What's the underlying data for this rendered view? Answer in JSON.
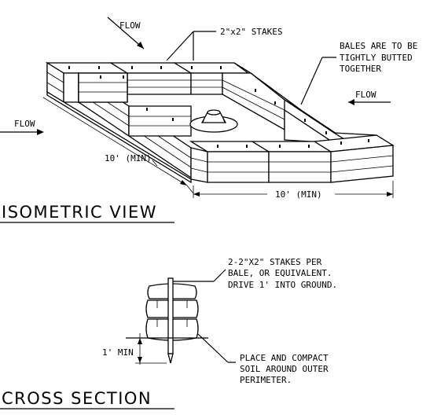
{
  "isometric": {
    "flow_top": "FLOW",
    "stakes_label": "2\"x2\" STAKES",
    "bales_note": [
      "BALES ARE TO BE",
      "TIGHTLY BUTTED",
      "TOGETHER"
    ],
    "flow_right": "FLOW",
    "flow_left": "FLOW",
    "dim_left": "10' (MIN)",
    "dim_bottom": "10' (MIN)",
    "title": "ISOMETRIC VIEW"
  },
  "cross_section": {
    "stakes_note": [
      "2-2\"X2\" STAKES PER",
      "BALE, OR EQUIVALENT.",
      "DRIVE 1' INTO GROUND."
    ],
    "min_label": "1' MIN",
    "soil_note": [
      "PLACE AND COMPACT",
      "SOIL AROUND OUTER",
      "PERIMETER."
    ],
    "title": "CROSS SECTION"
  }
}
